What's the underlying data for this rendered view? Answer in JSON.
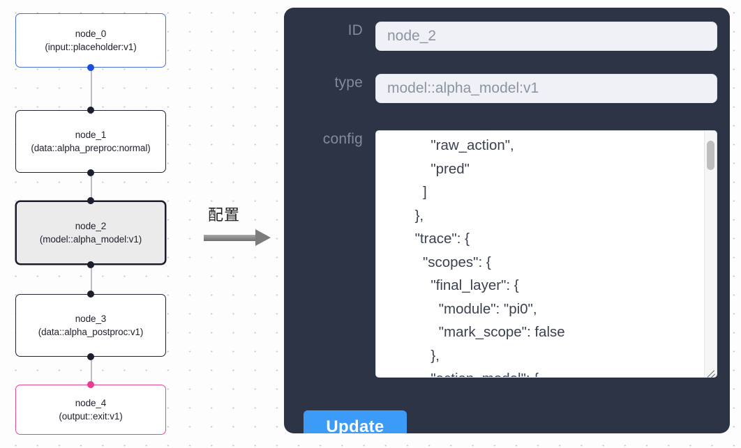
{
  "graph": {
    "nodes": [
      {
        "id": "node_0",
        "title": "node_0",
        "subtitle": "(input::placeholder:v1)",
        "state": "input"
      },
      {
        "id": "node_1",
        "title": "node_1",
        "subtitle": "(data::alpha_preproc:normal)",
        "state": "default"
      },
      {
        "id": "node_2",
        "title": "node_2",
        "subtitle": "(model::alpha_model:v1)",
        "state": "selected"
      },
      {
        "id": "node_3",
        "title": "node_3",
        "subtitle": "(data::alpha_postproc:v1)",
        "state": "default"
      },
      {
        "id": "node_4",
        "title": "node_4",
        "subtitle": "(output::exit:v1)",
        "state": "output"
      }
    ],
    "edges": [
      {
        "from": "node_0",
        "to": "node_1"
      },
      {
        "from": "node_1",
        "to": "node_2"
      },
      {
        "from": "node_2",
        "to": "node_3"
      },
      {
        "from": "node_3",
        "to": "node_4"
      }
    ],
    "colors": {
      "input_border": "#4a6fd1",
      "output_border": "#e7489a",
      "default_border": "#1f2233",
      "selected_fill": "#ebebeb",
      "edge": "#b9bcc4",
      "handle": "#1b1e2e",
      "handle_input": "#1a4ee0",
      "handle_output": "#ec3a90",
      "grid_dot": "#c9cbd0"
    }
  },
  "annotation": {
    "label": "配置",
    "arrow": "right-arrow",
    "arrow_color": "#7c7c7c"
  },
  "panel": {
    "background": "#2c3446",
    "fields": {
      "id": {
        "label": "ID",
        "value": "node_2",
        "placeholder": "node id"
      },
      "type": {
        "label": "type",
        "value": "model::alpha_model:v1",
        "placeholder": "node type"
      },
      "config": {
        "label": "config",
        "value": "            \"raw_action\",\n            \"pred\"\n          ]\n        },\n        \"trace\": {\n          \"scopes\": {\n            \"final_layer\": {\n              \"module\": \"pi0\",\n              \"mark_scope\": false\n            },\n            \"action_model\": {",
        "placeholder": "config json",
        "scrollbar": {
          "visible": true,
          "thumb_position": "top"
        },
        "resize_grip": true
      }
    },
    "update_button": {
      "label": "Update",
      "color": "#3d9bf8",
      "text_color": "#ffffff"
    }
  }
}
